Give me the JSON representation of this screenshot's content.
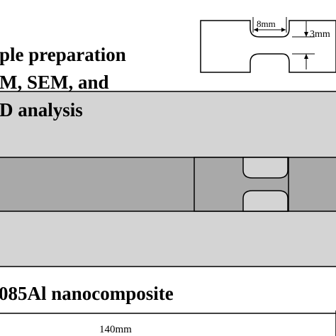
{
  "heading": {
    "line1": "ple preparation",
    "line2": "M, SEM, and",
    "line3": "D analysis"
  },
  "inset": {
    "width_label": "8mm",
    "height_label": "3mm"
  },
  "material_label": "085Al nanocomposite",
  "length_label": "140mm",
  "colors": {
    "plate": "#d4d4d4",
    "strip": "#a9a9a9",
    "line": "#000000",
    "background": "#ffffff"
  }
}
